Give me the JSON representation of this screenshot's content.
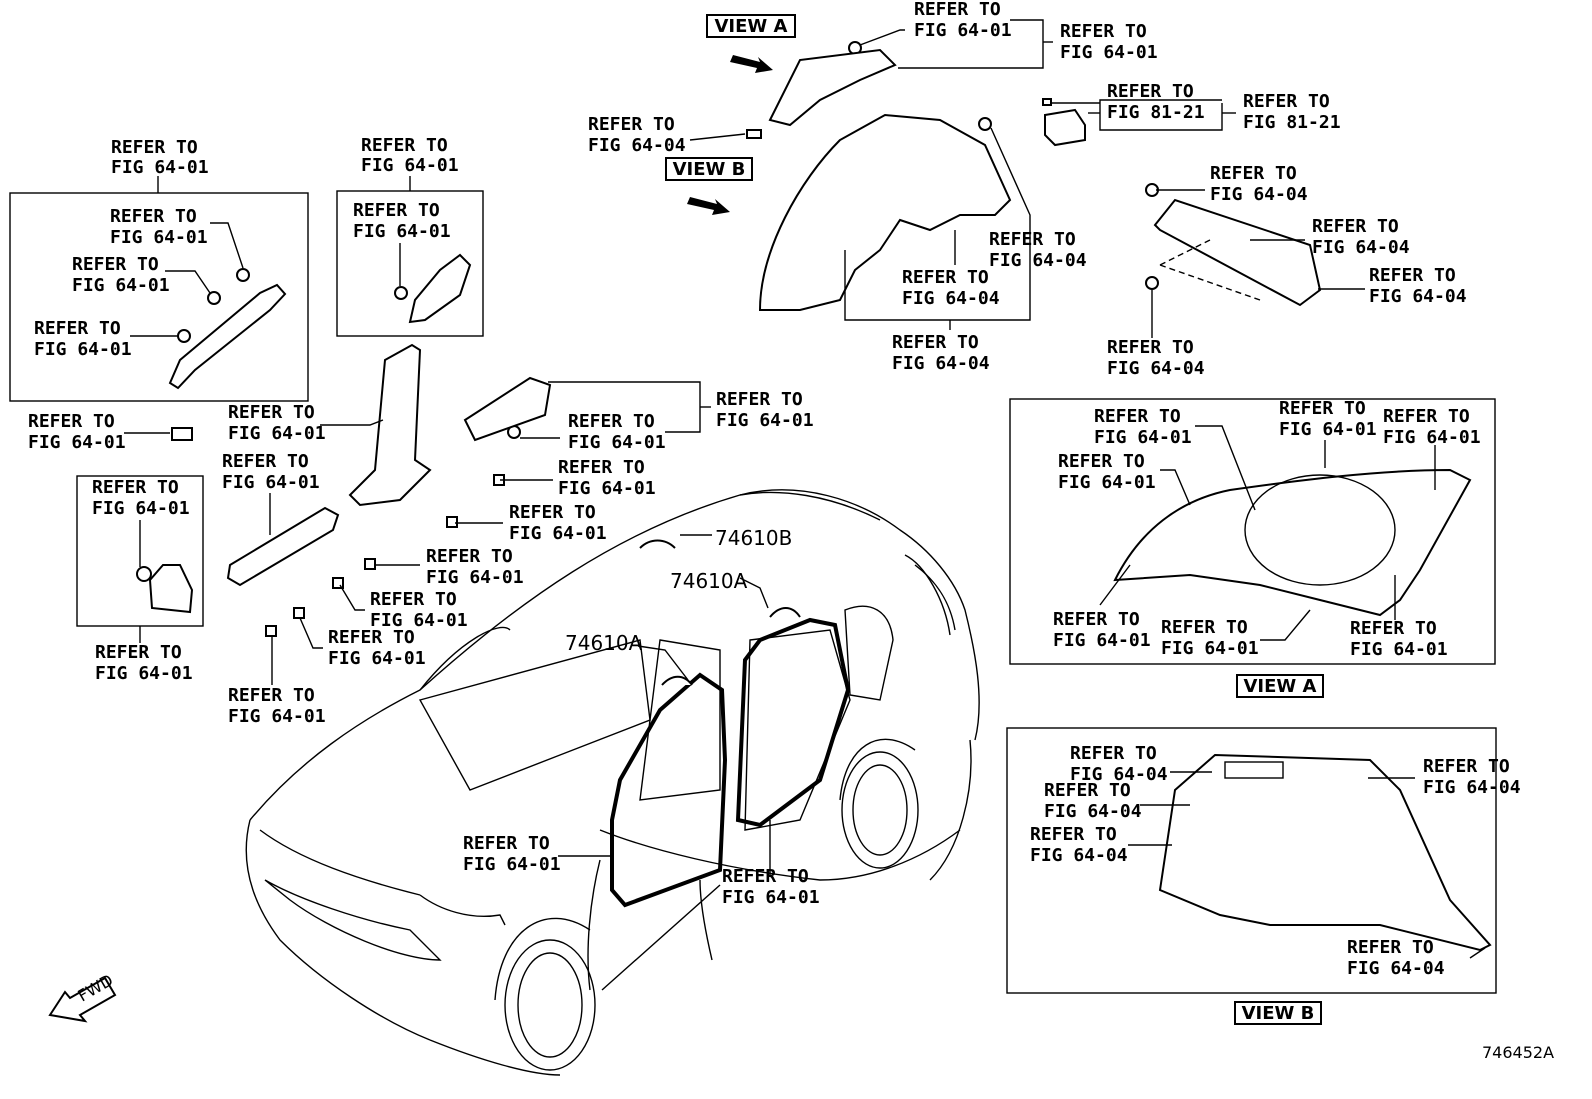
{
  "refs": {
    "r64_01": [
      "REFER TO",
      "FIG 64-01"
    ],
    "r64_04": [
      "REFER TO",
      "FIG 64-04"
    ],
    "r81_21": [
      "REFER TO",
      "FIG 81-21"
    ]
  },
  "parts": {
    "p74610A": "74610A",
    "p74610B": "74610B"
  },
  "views": {
    "view_a": "VIEW A",
    "view_b": "VIEW B"
  },
  "fwd": "FWD",
  "diagram_code": "746452A"
}
